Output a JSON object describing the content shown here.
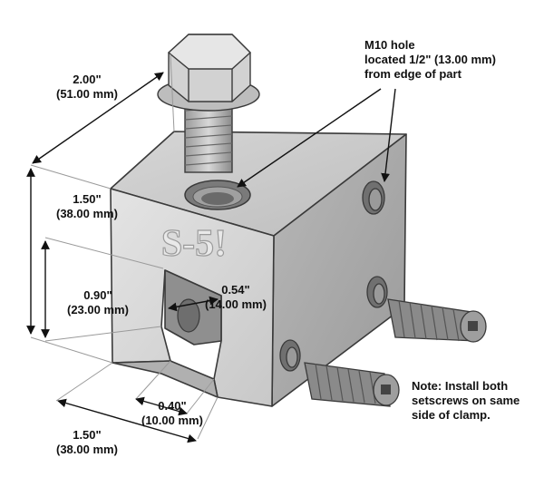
{
  "brand": {
    "logo_text": "S-5!"
  },
  "dimensions": {
    "overall_length": {
      "inch": "2.00\"",
      "mm": "(51.00 mm)"
    },
    "height": {
      "inch": "1.50\"",
      "mm": "(38.00 mm)"
    },
    "slot_depth": {
      "inch": "0.90\"",
      "mm": "(23.00 mm)"
    },
    "slot_width": {
      "inch": "0.54\"",
      "mm": "(14.00 mm)"
    },
    "slot_opening": {
      "inch": "0.40\"",
      "mm": "(10.00 mm)"
    },
    "width": {
      "inch": "1.50\"",
      "mm": "(38.00 mm)"
    }
  },
  "callouts": {
    "hole_note": [
      "M10 hole",
      "located 1/2\" (13.00 mm)",
      "from edge of part"
    ],
    "setscrew_note": [
      "Note: Install both",
      "setscrews on same",
      "side of clamp."
    ]
  },
  "colors": {
    "metal_light": "#dcdcdc",
    "metal_mid": "#c2c2c2",
    "metal_dark": "#a8a8a8",
    "screw": "#8e8e8e",
    "outline": "#3a3a3a"
  }
}
